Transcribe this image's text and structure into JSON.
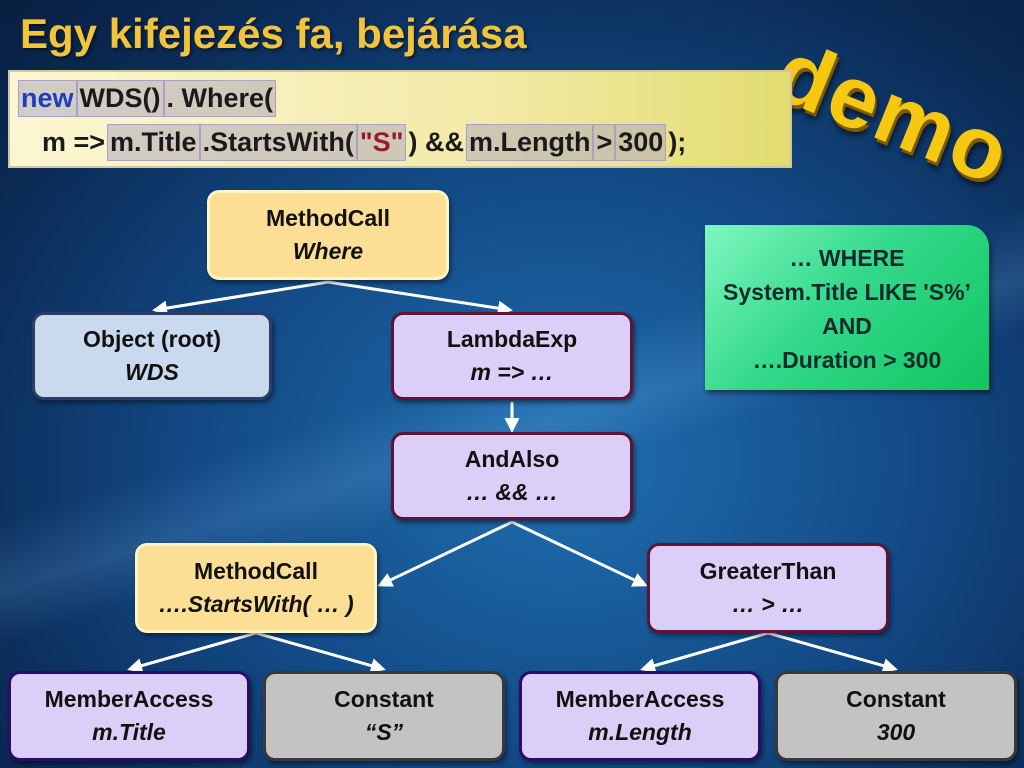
{
  "title": "Egy kifejezés fa, bejárása",
  "demo_label": "demo",
  "code": {
    "line1": {
      "kw_new": "new",
      "wds": "WDS()",
      "where": ". Where("
    },
    "line2": {
      "lambda": "m =>",
      "m_title": "m.Title",
      "starts_with": ".StartsWith(",
      "str_s": "\"S\"",
      "close_and": ") &&",
      "m_length": "m.Length",
      "gt": ">",
      "num": "300",
      "end": ");"
    }
  },
  "tree": {
    "where": {
      "label": "MethodCall",
      "sub": "Where"
    },
    "root": {
      "label": "Object (root)",
      "sub": "WDS"
    },
    "lambda": {
      "label": "LambdaExp",
      "sub": "m => …"
    },
    "andalso": {
      "label": "AndAlso",
      "sub": "… && …"
    },
    "startswith": {
      "label": "MethodCall",
      "sub": "….StartsWith( … )"
    },
    "greater": {
      "label": "GreaterThan",
      "sub": "… > …"
    },
    "ma_title": {
      "label": "MemberAccess",
      "sub": "m.Title"
    },
    "const_s": {
      "label": "Constant",
      "sub": "“S”"
    },
    "ma_length": {
      "label": "MemberAccess",
      "sub": "m.Length"
    },
    "const_300": {
      "label": "Constant",
      "sub": "300"
    }
  },
  "sql": {
    "line1": "… WHERE",
    "line2": "System.Title LIKE 'S%’",
    "line3": "AND",
    "line4": "….Duration > 300"
  },
  "colors": {
    "title": "#f2c43a",
    "demo": "#f7c812",
    "node_yellow": "#fcdf95",
    "node_blue": "#c9daef",
    "node_purple": "#dccff7",
    "node_gray": "#c3c3c3",
    "sql_green": "#34d98c",
    "arrow": "#ffffff"
  }
}
